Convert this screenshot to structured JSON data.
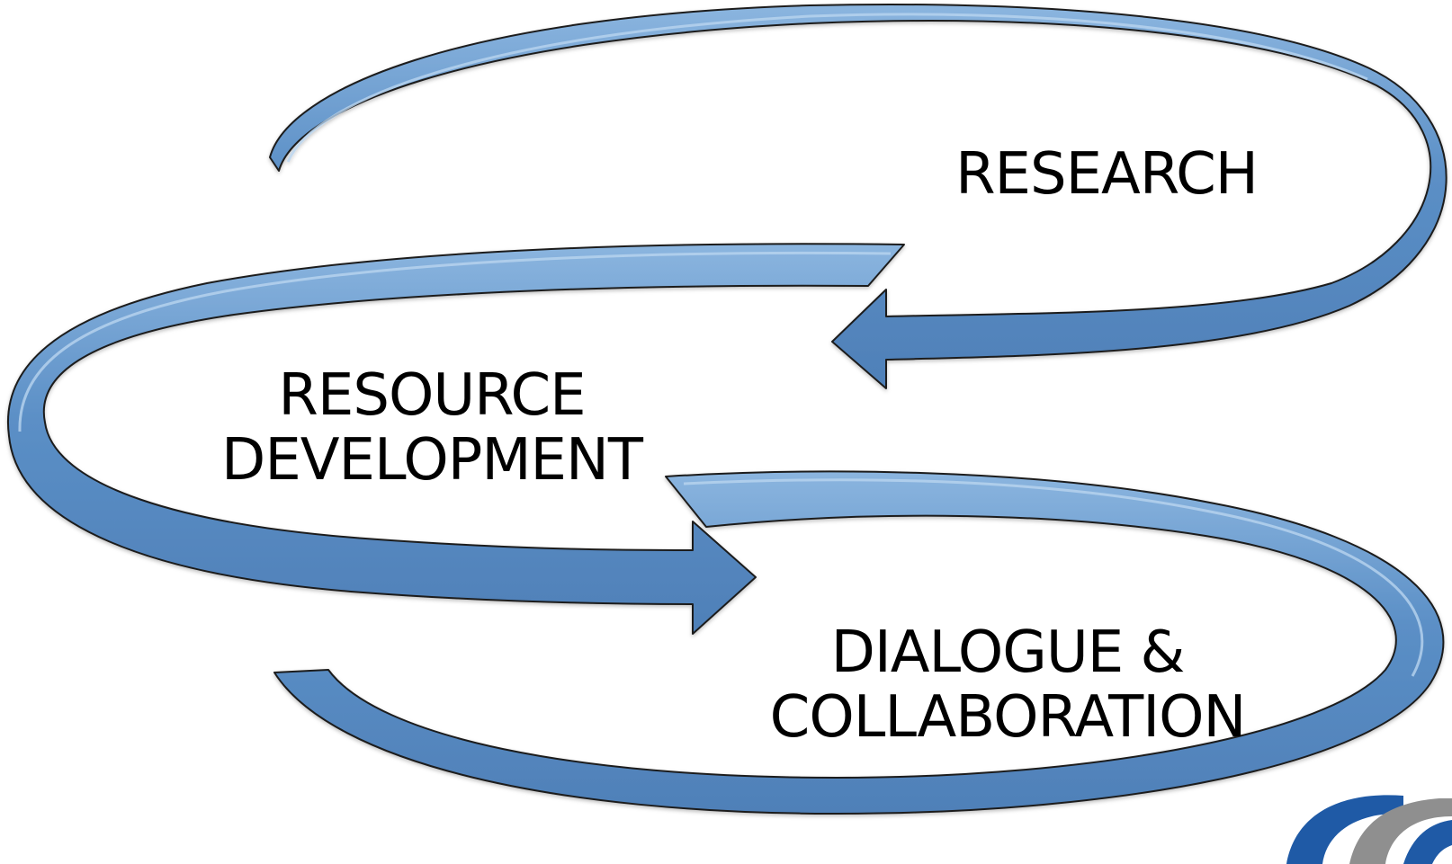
{
  "diagram": {
    "nodes": [
      {
        "id": "research",
        "lines": [
          "RESEARCH"
        ]
      },
      {
        "id": "resource-development",
        "lines": [
          "RESOURCE",
          "DEVELOPMENT"
        ]
      },
      {
        "id": "dialogue-collaboration",
        "lines": [
          "DIALOGUE &",
          "COLLABORATION"
        ]
      }
    ],
    "flow": [
      "research",
      "resource-development",
      "dialogue-collaboration"
    ]
  },
  "colors": {
    "arrow_fill": "#5b8fc6",
    "arrow_highlight": "#a9c9ea",
    "arrow_outline": "#1d1d1d",
    "label_text": "#000000",
    "logo_blue": "#1f5aa6",
    "logo_gray": "#8f8f8f"
  },
  "icons": {
    "corner_logo": "logo-partial-icon"
  }
}
